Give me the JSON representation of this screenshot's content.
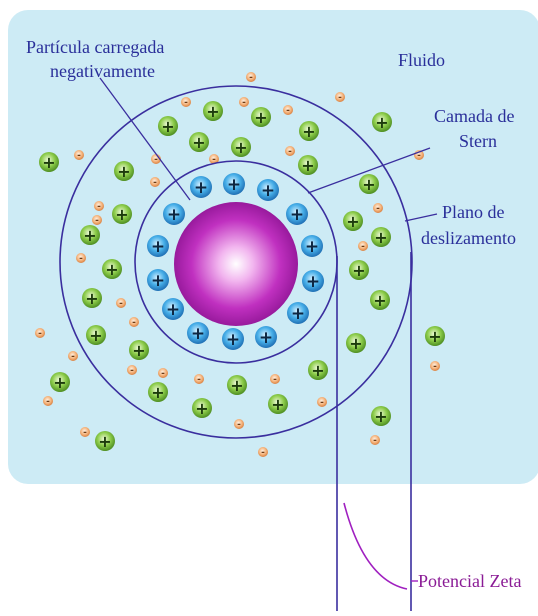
{
  "labels": {
    "particle": [
      "Partícula carregada",
      "negativamente"
    ],
    "fluid": "Fluido",
    "stern": [
      "Camada de",
      "Stern"
    ],
    "slip": [
      "Plano de",
      "deslizamento"
    ],
    "zeta": "Potencial Zeta"
  },
  "ion_signs": {
    "cation": "+",
    "anion": "-"
  },
  "colors": {
    "fluid_bg": "#cdebf5",
    "particle": "#b01fb0",
    "stern_cation": "#2b92d6",
    "diffuse_cation": "#7fbf3f",
    "anion": "#f2a868",
    "boundary_lines": "#3a2e9e",
    "zeta_curve": "#a020c0"
  }
}
